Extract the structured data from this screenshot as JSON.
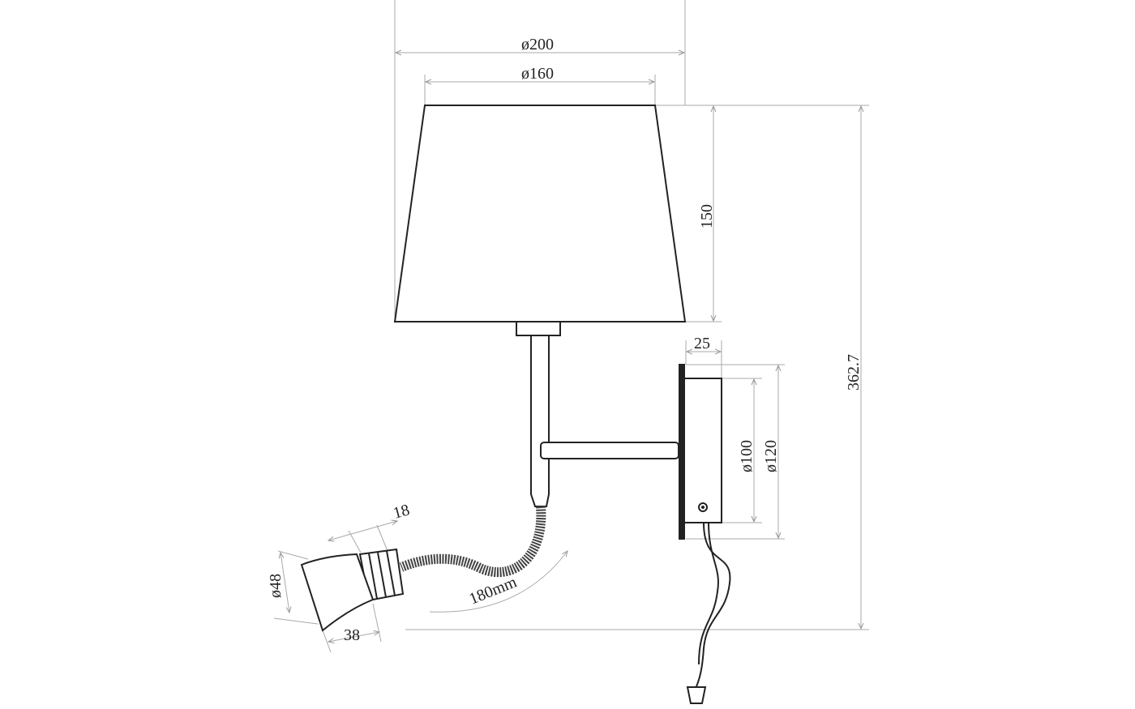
{
  "dimensions": {
    "shade_bottom_diameter": "ø200",
    "shade_top_diameter": "ø160",
    "shade_height": "150",
    "total_height": "362.7",
    "base_depth": "25",
    "base_inner_diameter": "ø100",
    "base_outer_diameter": "ø120",
    "fin_width": "18",
    "head_diameter": "ø48",
    "head_length": "38",
    "gooseneck_length": "180mm"
  }
}
